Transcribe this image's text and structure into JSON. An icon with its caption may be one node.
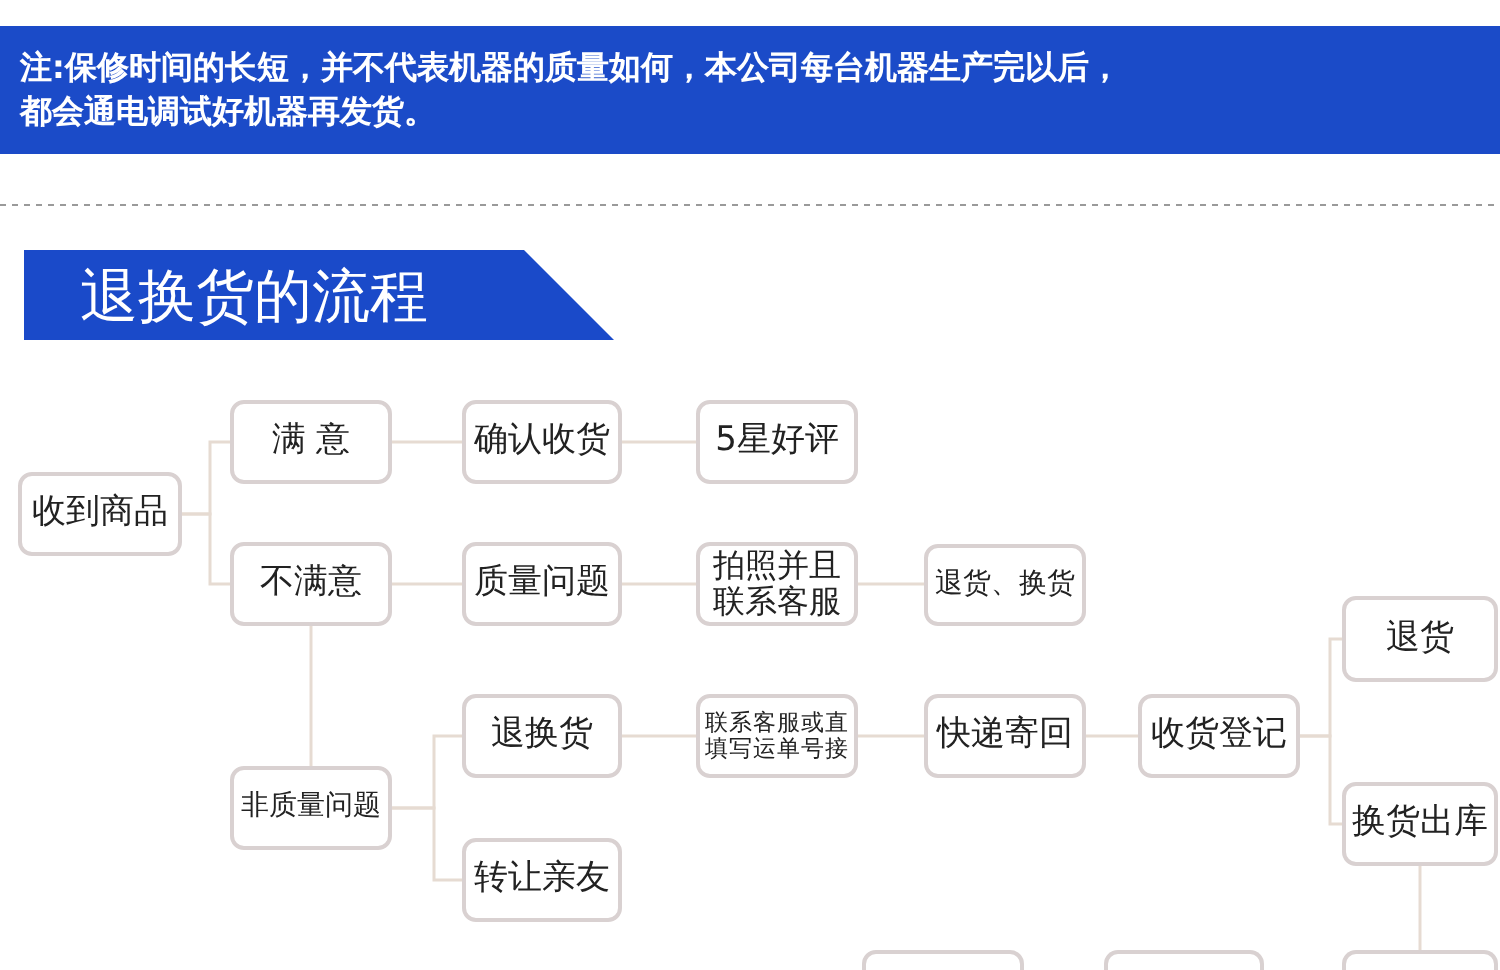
{
  "diagram": {
    "title": "退换货的流程",
    "nodes": [
      {
        "text": [
          "收到商品"
        ]
      },
      {
        "text": [
          "满 意"
        ]
      },
      {
        "text": [
          "确认收货"
        ]
      },
      {
        "text": [
          "5星好评"
        ]
      },
      {
        "text": [
          "不满意"
        ]
      },
      {
        "text": [
          "质量问题"
        ]
      },
      {
        "text": [
          "拍照并且联系客服"
        ]
      },
      {
        "text": [
          "退货、换货"
        ]
      },
      {
        "text": [
          "非质量问题"
        ]
      },
      {
        "text": [
          "退换货"
        ]
      },
      {
        "text": [
          "联系客服或直填写运单号接"
        ]
      },
      {
        "text": [
          "快递寄回"
        ]
      },
      {
        "text": [
          "收货登记"
        ]
      },
      {
        "text": [
          "退货"
        ]
      },
      {
        "text": [
          "换货出库"
        ]
      },
      {
        "text": [
          "转让亲友"
        ]
      },
      {
        "text": [],
        "shape": "box"
      },
      {
        "text": [],
        "shape": "box"
      },
      {
        "text": [],
        "shape": "box"
      }
    ],
    "edges": [
      {
        "from": 0,
        "to": 1,
        "arrow": "none"
      },
      {
        "from": 0,
        "to": 4,
        "arrow": "none"
      },
      {
        "from": 1,
        "to": 2,
        "arrow": "none"
      },
      {
        "from": 2,
        "to": 3,
        "arrow": "none"
      },
      {
        "from": 4,
        "to": 5,
        "arrow": "none"
      },
      {
        "from": 5,
        "to": 6,
        "arrow": "none"
      },
      {
        "from": 6,
        "to": 7,
        "arrow": "none"
      },
      {
        "from": 4,
        "to": 8,
        "arrow": "none"
      },
      {
        "from": 8,
        "to": 9,
        "arrow": "none"
      },
      {
        "from": 8,
        "to": 15,
        "arrow": "none"
      },
      {
        "from": 9,
        "to": 10,
        "arrow": "none"
      },
      {
        "from": 10,
        "to": 11,
        "arrow": "none"
      },
      {
        "from": 11,
        "to": 12,
        "arrow": "none"
      },
      {
        "from": 12,
        "to": 13,
        "arrow": "none"
      },
      {
        "from": 12,
        "to": 14,
        "arrow": "none"
      },
      {
        "from": 14,
        "to": 18,
        "arrow": "none"
      }
    ],
    "labels": [
      "注:保修时间的长短，并不代表机器的质量如何，本公司每台机器生产完以后，都会通电调试好机器再发货。"
    ]
  }
}
